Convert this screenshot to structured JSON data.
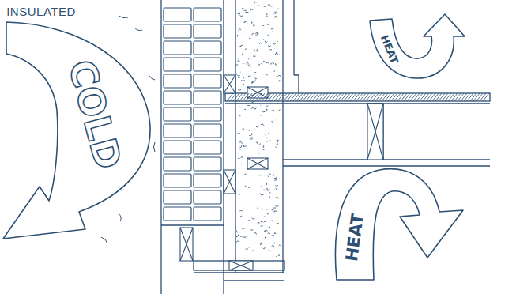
{
  "diagram": {
    "labels": [
      "INSULATED",
      "COLD",
      "HEAT",
      "HEAT"
    ]
  }
}
